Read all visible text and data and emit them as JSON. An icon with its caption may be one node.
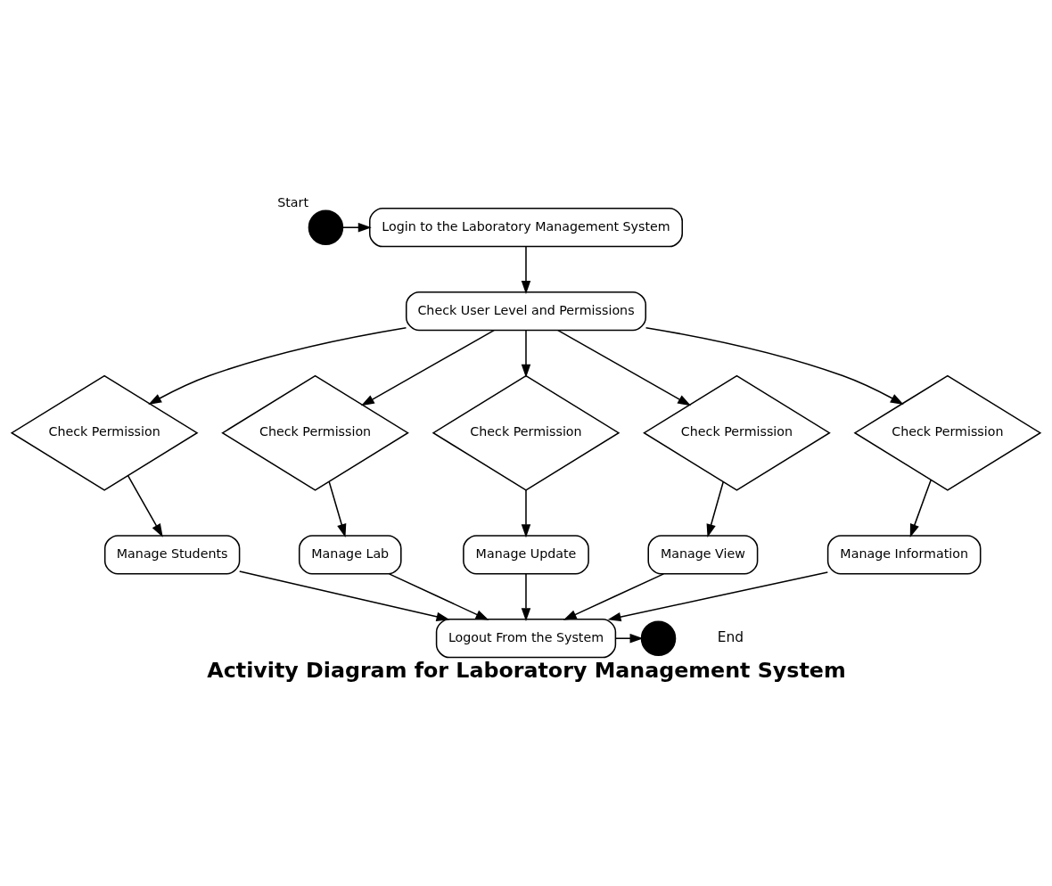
{
  "diagram": {
    "title": "Activity Diagram for Laboratory Management System",
    "nodes": [
      {
        "text": [],
        "shape": "circle",
        "beside": [
          "Start"
        ]
      },
      {
        "text": [
          "Login to the Laboratory Management System"
        ]
      },
      {
        "text": [
          "Check User Level and Permissions"
        ]
      },
      {
        "text": [
          "Check Permission"
        ]
      },
      {
        "text": [
          "Check Permission"
        ]
      },
      {
        "text": [
          "Check Permission"
        ]
      },
      {
        "text": [
          "Check Permission"
        ]
      },
      {
        "text": [
          "Check Permission"
        ]
      },
      {
        "text": [
          "Manage Students"
        ]
      },
      {
        "text": [
          "Manage Lab"
        ]
      },
      {
        "text": [
          "Manage Update"
        ]
      },
      {
        "text": [
          "Manage View"
        ]
      },
      {
        "text": [
          "Manage Information"
        ]
      },
      {
        "text": [
          "Logout From the System"
        ]
      },
      {
        "text": [],
        "shape": "circle",
        "beside": [
          "End"
        ]
      }
    ],
    "edges": [
      {
        "from": 0,
        "to": 1,
        "arrow": "to"
      },
      {
        "from": 1,
        "to": 2,
        "arrow": "to"
      },
      {
        "from": 2,
        "to": 3,
        "arrow": "to"
      },
      {
        "from": 2,
        "to": 4,
        "arrow": "to"
      },
      {
        "from": 2,
        "to": 5,
        "arrow": "to"
      },
      {
        "from": 2,
        "to": 6,
        "arrow": "to"
      },
      {
        "from": 2,
        "to": 7,
        "arrow": "to"
      },
      {
        "from": 3,
        "to": 8,
        "arrow": "to"
      },
      {
        "from": 4,
        "to": 9,
        "arrow": "to"
      },
      {
        "from": 5,
        "to": 10,
        "arrow": "to"
      },
      {
        "from": 6,
        "to": 11,
        "arrow": "to"
      },
      {
        "from": 7,
        "to": 12,
        "arrow": "to"
      },
      {
        "from": 8,
        "to": 13,
        "arrow": "to"
      },
      {
        "from": 9,
        "to": 13,
        "arrow": "to"
      },
      {
        "from": 10,
        "to": 13,
        "arrow": "to"
      },
      {
        "from": 11,
        "to": 13,
        "arrow": "to"
      },
      {
        "from": 12,
        "to": 13,
        "arrow": "to"
      },
      {
        "from": 13,
        "to": 14,
        "arrow": "to"
      }
    ]
  }
}
